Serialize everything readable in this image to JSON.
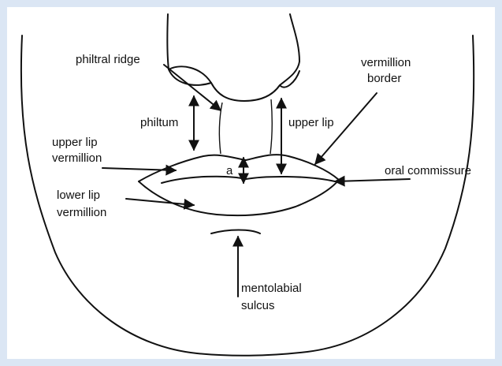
{
  "labels": {
    "philtral_ridge": "philtral ridge",
    "vermillion_border_1": "vermillion",
    "vermillion_border_2": "border",
    "philtum": "philtum",
    "upper_lip": "upper lip",
    "upper_lip_vermillion_1": "upper lip",
    "upper_lip_vermillion_2": "vermillion",
    "a": "a",
    "oral_commissure": "oral commissure",
    "lower_lip_vermillion_1": "lower lip",
    "lower_lip_vermillion_2": "vermillion",
    "mentolabial_1": "mentolabial",
    "mentolabial_2": "sulcus"
  },
  "colors": {
    "frame_border": "#dbe6f4",
    "line": "#111111"
  }
}
